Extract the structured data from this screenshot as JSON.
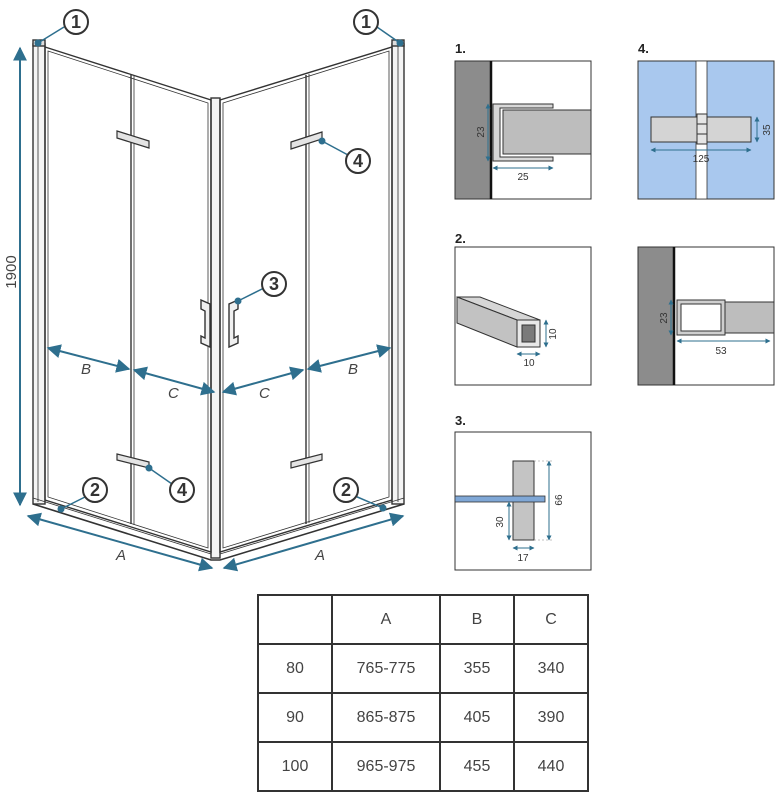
{
  "main_drawing": {
    "height_label": "1900",
    "label_a_left": "A",
    "label_a_right": "A",
    "label_b_left": "B",
    "label_b_right": "B",
    "label_c_left": "C",
    "label_c_right": "C",
    "callouts": [
      "1",
      "1",
      "2",
      "2",
      "3",
      "4",
      "4"
    ]
  },
  "details": {
    "d1": {
      "heading": "1.",
      "dim_vertical": "23",
      "dim_horizontal": "25"
    },
    "d2": {
      "heading": "2.",
      "dim_vertical": "10",
      "dim_horizontal": "10"
    },
    "d3": {
      "heading": "3.",
      "dim_total": "66",
      "dim_lower": "30",
      "dim_width": "17"
    },
    "d4": {
      "heading": "4.",
      "dim_vertical": "35",
      "dim_horizontal": "125"
    },
    "d5": {
      "dim_vertical": "23",
      "dim_horizontal": "53"
    }
  },
  "table": {
    "headers": [
      "",
      "A",
      "B",
      "C"
    ],
    "rows": [
      [
        "80",
        "765-775",
        "355",
        "340"
      ],
      [
        "90",
        "865-875",
        "405",
        "390"
      ],
      [
        "100",
        "965-975",
        "455",
        "440"
      ]
    ]
  },
  "colors": {
    "accent_blue": "#2e6f8e",
    "wall_gray": "#8c8c8c",
    "glass_blue": "#a9c8ee",
    "line_dark": "#333333"
  }
}
